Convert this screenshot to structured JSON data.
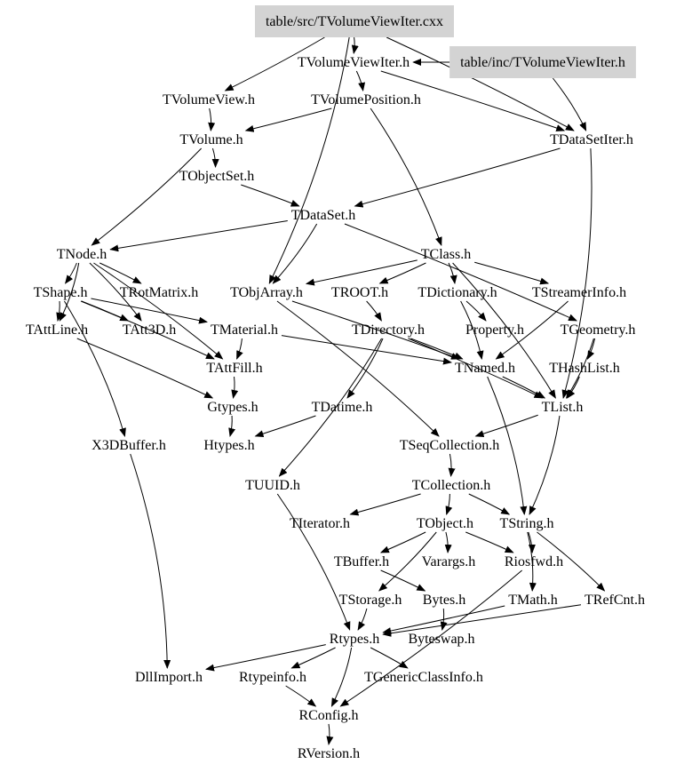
{
  "graph": {
    "nodes": [
      {
        "id": "cxx",
        "label": "table/src/TVolumeViewIter.cxx",
        "highlight": true
      },
      {
        "id": "inc",
        "label": "table/inc/TVolumeViewIter.h",
        "highlight": true
      },
      {
        "id": "TVolumeViewIter",
        "label": "TVolumeViewIter.h"
      },
      {
        "id": "TVolumeView",
        "label": "TVolumeView.h"
      },
      {
        "id": "TVolumePosition",
        "label": "TVolumePosition.h"
      },
      {
        "id": "TVolume",
        "label": "TVolume.h"
      },
      {
        "id": "TDataSetIter",
        "label": "TDataSetIter.h"
      },
      {
        "id": "TObjectSet",
        "label": "TObjectSet.h"
      },
      {
        "id": "TDataSet",
        "label": "TDataSet.h"
      },
      {
        "id": "TNode",
        "label": "TNode.h"
      },
      {
        "id": "TClass",
        "label": "TClass.h"
      },
      {
        "id": "TShape",
        "label": "TShape.h"
      },
      {
        "id": "TRotMatrix",
        "label": "TRotMatrix.h"
      },
      {
        "id": "TObjArray",
        "label": "TObjArray.h"
      },
      {
        "id": "TROOT",
        "label": "TROOT.h"
      },
      {
        "id": "TDictionary",
        "label": "TDictionary.h"
      },
      {
        "id": "TStreamerInfo",
        "label": "TStreamerInfo.h"
      },
      {
        "id": "TAttLine",
        "label": "TAttLine.h"
      },
      {
        "id": "TAtt3D",
        "label": "TAtt3D.h"
      },
      {
        "id": "TMaterial",
        "label": "TMaterial.h"
      },
      {
        "id": "TDirectory",
        "label": "TDirectory.h"
      },
      {
        "id": "Property",
        "label": "Property.h"
      },
      {
        "id": "TGeometry",
        "label": "TGeometry.h"
      },
      {
        "id": "TAttFill",
        "label": "TAttFill.h"
      },
      {
        "id": "TNamed",
        "label": "TNamed.h"
      },
      {
        "id": "THashList",
        "label": "THashList.h"
      },
      {
        "id": "Gtypes",
        "label": "Gtypes.h"
      },
      {
        "id": "TDatime",
        "label": "TDatime.h"
      },
      {
        "id": "TList",
        "label": "TList.h"
      },
      {
        "id": "X3DBuffer",
        "label": "X3DBuffer.h"
      },
      {
        "id": "Htypes",
        "label": "Htypes.h"
      },
      {
        "id": "TSeqCollection",
        "label": "TSeqCollection.h"
      },
      {
        "id": "TUUID",
        "label": "TUUID.h"
      },
      {
        "id": "TCollection",
        "label": "TCollection.h"
      },
      {
        "id": "TIterator",
        "label": "TIterator.h"
      },
      {
        "id": "TObject",
        "label": "TObject.h"
      },
      {
        "id": "TString",
        "label": "TString.h"
      },
      {
        "id": "TBuffer",
        "label": "TBuffer.h"
      },
      {
        "id": "Varargs",
        "label": "Varargs.h"
      },
      {
        "id": "Riosfwd",
        "label": "Riosfwd.h"
      },
      {
        "id": "TStorage",
        "label": "TStorage.h"
      },
      {
        "id": "Bytes",
        "label": "Bytes.h"
      },
      {
        "id": "TMath",
        "label": "TMath.h"
      },
      {
        "id": "TRefCnt",
        "label": "TRefCnt.h"
      },
      {
        "id": "Rtypes",
        "label": "Rtypes.h"
      },
      {
        "id": "Byteswap",
        "label": "Byteswap.h"
      },
      {
        "id": "DllImport",
        "label": "DllImport.h"
      },
      {
        "id": "Rtypeinfo",
        "label": "Rtypeinfo.h"
      },
      {
        "id": "TGenericClassInfo",
        "label": "TGenericClassInfo.h"
      },
      {
        "id": "RConfig",
        "label": "RConfig.h"
      },
      {
        "id": "RVersion",
        "label": "RVersion.h"
      }
    ],
    "edges": [
      [
        "cxx",
        "TVolumeViewIter"
      ],
      [
        "cxx",
        "TVolumeView"
      ],
      [
        "cxx",
        "TDataSetIter"
      ],
      [
        "cxx",
        "TObjArray"
      ],
      [
        "inc",
        "TVolumeViewIter"
      ],
      [
        "inc",
        "TDataSetIter"
      ],
      [
        "TVolumeViewIter",
        "TVolumePosition"
      ],
      [
        "TVolumeViewIter",
        "TDataSetIter"
      ],
      [
        "TVolumeView",
        "TVolume"
      ],
      [
        "TVolumePosition",
        "TVolume"
      ],
      [
        "TVolumePosition",
        "TClass"
      ],
      [
        "TVolume",
        "TObjectSet"
      ],
      [
        "TVolume",
        "TNode"
      ],
      [
        "TObjectSet",
        "TDataSet"
      ],
      [
        "TDataSetIter",
        "TDataSet"
      ],
      [
        "TDataSetIter",
        "TList"
      ],
      [
        "TDataSet",
        "TNode"
      ],
      [
        "TDataSet",
        "TObjArray"
      ],
      [
        "TDataSet",
        "TGeometry"
      ],
      [
        "TNode",
        "TShape"
      ],
      [
        "TNode",
        "TRotMatrix"
      ],
      [
        "TNode",
        "TAttLine"
      ],
      [
        "TNode",
        "TAttFill"
      ],
      [
        "TNode",
        "TAtt3D"
      ],
      [
        "TClass",
        "TObjArray"
      ],
      [
        "TClass",
        "TROOT"
      ],
      [
        "TClass",
        "TDictionary"
      ],
      [
        "TClass",
        "TStreamerInfo"
      ],
      [
        "TClass",
        "TList"
      ],
      [
        "TShape",
        "TAttLine"
      ],
      [
        "TShape",
        "TAtt3D"
      ],
      [
        "TShape",
        "TAttFill"
      ],
      [
        "TShape",
        "TMaterial"
      ],
      [
        "TShape",
        "X3DBuffer"
      ],
      [
        "TObjArray",
        "TSeqCollection"
      ],
      [
        "TObjArray",
        "TNamed"
      ],
      [
        "TROOT",
        "TDirectory"
      ],
      [
        "TDictionary",
        "Property"
      ],
      [
        "TDictionary",
        "TNamed"
      ],
      [
        "TStreamerInfo",
        "TNamed"
      ],
      [
        "TAttLine",
        "Gtypes"
      ],
      [
        "TMaterial",
        "TAttFill"
      ],
      [
        "TMaterial",
        "TNamed"
      ],
      [
        "TDirectory",
        "TNamed"
      ],
      [
        "TDirectory",
        "TDatime"
      ],
      [
        "TDirectory",
        "TUUID"
      ],
      [
        "TDirectory",
        "TList"
      ],
      [
        "TGeometry",
        "THashList"
      ],
      [
        "TGeometry",
        "TList"
      ],
      [
        "THashList",
        "TList"
      ],
      [
        "TNamed",
        "TList"
      ],
      [
        "TNamed",
        "TString"
      ],
      [
        "TAttFill",
        "Gtypes"
      ],
      [
        "Gtypes",
        "Htypes"
      ],
      [
        "TDatime",
        "Htypes"
      ],
      [
        "TList",
        "TSeqCollection"
      ],
      [
        "TList",
        "TString"
      ],
      [
        "TSeqCollection",
        "TCollection"
      ],
      [
        "TCollection",
        "TIterator"
      ],
      [
        "TCollection",
        "TObject"
      ],
      [
        "TCollection",
        "TString"
      ],
      [
        "TObject",
        "TBuffer"
      ],
      [
        "TObject",
        "Varargs"
      ],
      [
        "TObject",
        "Riosfwd"
      ],
      [
        "TObject",
        "TStorage"
      ],
      [
        "TString",
        "Riosfwd"
      ],
      [
        "TString",
        "TRefCnt"
      ],
      [
        "TString",
        "TMath"
      ],
      [
        "TBuffer",
        "Bytes"
      ],
      [
        "TStorage",
        "Rtypes"
      ],
      [
        "TMath",
        "Rtypes"
      ],
      [
        "TRefCnt",
        "Rtypes"
      ],
      [
        "TUUID",
        "Rtypes"
      ],
      [
        "Bytes",
        "Byteswap"
      ],
      [
        "Riosfwd",
        "RConfig"
      ],
      [
        "Rtypes",
        "DllImport"
      ],
      [
        "Rtypes",
        "Rtypeinfo"
      ],
      [
        "Rtypes",
        "TGenericClassInfo"
      ],
      [
        "Rtypes",
        "RConfig"
      ],
      [
        "Rtypeinfo",
        "RConfig"
      ],
      [
        "X3DBuffer",
        "DllImport"
      ],
      [
        "RConfig",
        "RVersion"
      ]
    ]
  },
  "colors": {
    "highlight_box": "#d3d3d3",
    "edge": "#000000"
  }
}
